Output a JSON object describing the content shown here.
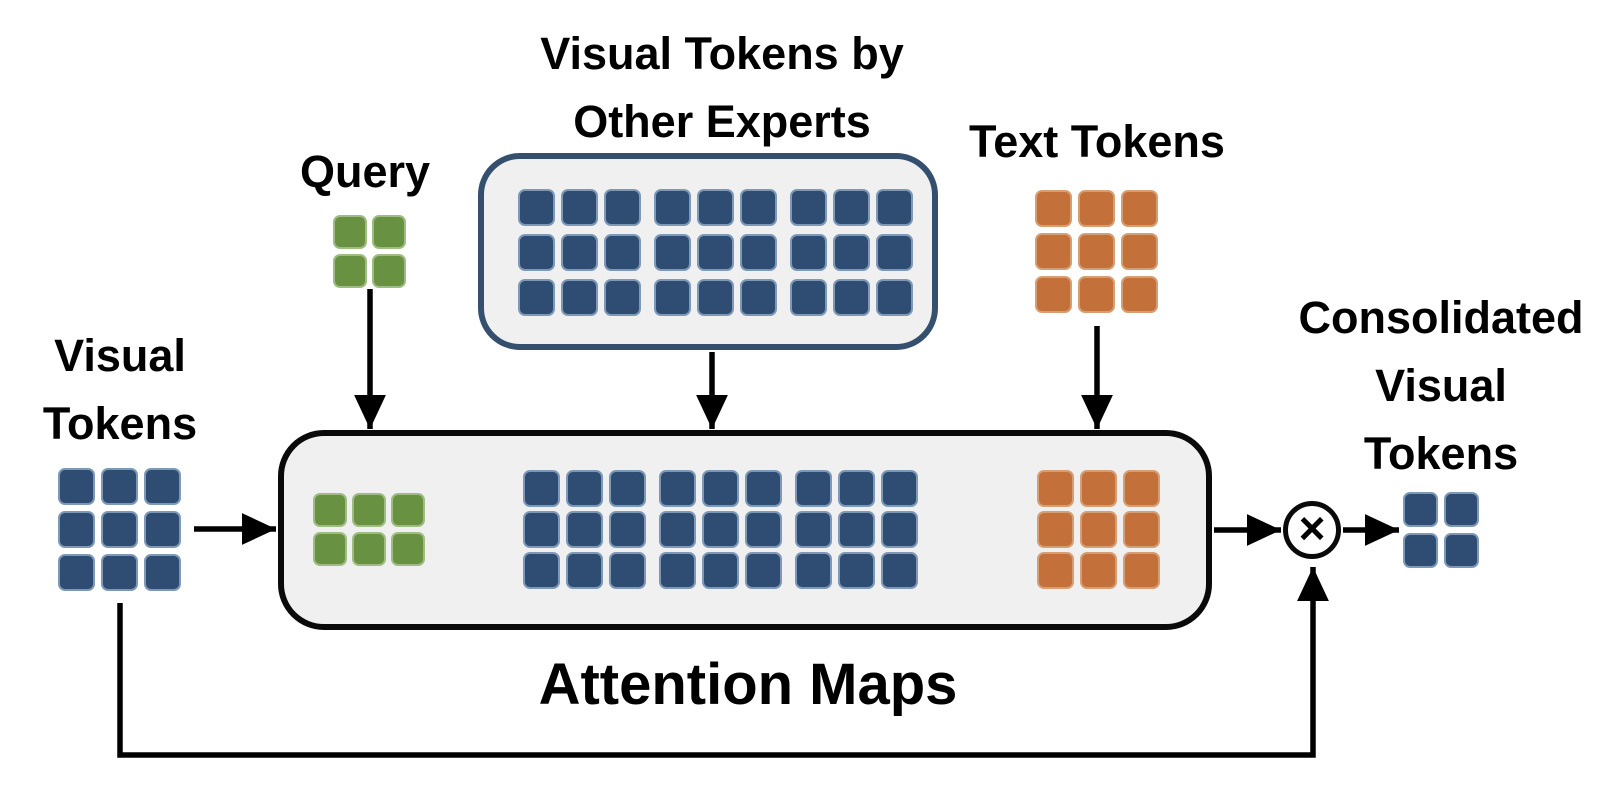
{
  "diagram": {
    "labels": {
      "experts_title": "Visual Tokens by\nOther Experts",
      "query": "Query",
      "text_tokens": "Text Tokens",
      "visual_tokens": "Visual\nTokens",
      "consolidated": "Consolidated\nVisual\nTokens",
      "attention_maps": "Attention Maps",
      "multiply": "×"
    },
    "colors": {
      "blue": {
        "fill": "#2F4D72",
        "edge": "#7E99B8"
      },
      "green": {
        "fill": "#699142",
        "edge": "#9FBC82"
      },
      "orange": {
        "fill": "#C3703A",
        "edge": "#D69F73"
      },
      "box_fill": "#F0F0F0",
      "experts_box_border": "#35506E",
      "attention_box_border": "#0A0A0A",
      "line": "#000000"
    },
    "grids": {
      "query": {
        "rows": 2,
        "cols": 2,
        "square": 34,
        "col_gap": 5,
        "row_gap": 5,
        "color": "green"
      },
      "experts": {
        "rows": 3,
        "cols": 3,
        "groups": 3,
        "square": 37,
        "col_gap": 6,
        "row_gap": 8,
        "group_gap": 13,
        "color": "blue"
      },
      "text_tokens": {
        "rows": 3,
        "cols": 3,
        "square": 37,
        "col_gap": 6,
        "row_gap": 6,
        "color": "orange"
      },
      "visual_tokens": {
        "rows": 3,
        "cols": 3,
        "square": 37,
        "col_gap": 6,
        "row_gap": 6,
        "color": "blue"
      },
      "attn_query": {
        "rows": 2,
        "cols": 3,
        "square": 34,
        "col_gap": 5,
        "row_gap": 5,
        "color": "green"
      },
      "attn_visual": {
        "rows": 3,
        "cols": 3,
        "groups": 3,
        "square": 37,
        "col_gap": 6,
        "row_gap": 4,
        "group_gap": 13,
        "color": "blue"
      },
      "attn_text": {
        "rows": 3,
        "cols": 3,
        "square": 37,
        "col_gap": 6,
        "row_gap": 4,
        "color": "orange"
      },
      "consolidated": {
        "rows": 2,
        "cols": 2,
        "square": 35,
        "col_gap": 6,
        "row_gap": 6,
        "color": "blue"
      }
    }
  }
}
